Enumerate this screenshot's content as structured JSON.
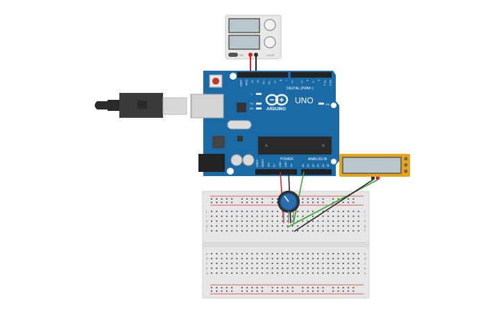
{
  "power_supply": {
    "switch_label": "ON",
    "mode_label": "COMP"
  },
  "arduino": {
    "brand": "ARDUINO",
    "model": "UNO",
    "digital_label": "DIGITAL (PWM~)",
    "digital_pins": [
      "AREF",
      "GND",
      "13",
      "12",
      "~11",
      "~10",
      "~9",
      "8",
      "7",
      "~6",
      "~5",
      "4",
      "~3",
      "2",
      "TX 1",
      "RX 0"
    ],
    "power_label": "POWER",
    "power_pins": [
      "IOREF",
      "RESET",
      "3V3",
      "5V",
      "GND",
      "GND",
      "Vin"
    ],
    "analog_label": "ANALOG IN",
    "analog_pins": [
      "A0",
      "A1",
      "A2",
      "A3",
      "A4",
      "A5"
    ],
    "led_labels": [
      "L",
      "TX",
      "RX"
    ],
    "on_label": "ON"
  },
  "breadboard": {
    "top_rows": [
      "j",
      "i",
      "h",
      "g",
      "f"
    ],
    "bottom_rows": [
      "e",
      "d",
      "c",
      "b",
      "a"
    ],
    "columns": 30
  },
  "colors": {
    "arduino_blue": "#1a6aa6",
    "wire_red": "#cc2222",
    "wire_black": "#222222",
    "wire_green": "#33aa33",
    "meter_border": "#e8a317"
  },
  "icons": [
    "usb-cable-icon",
    "potentiometer-icon",
    "power-supply-icon",
    "multimeter-icon"
  ]
}
